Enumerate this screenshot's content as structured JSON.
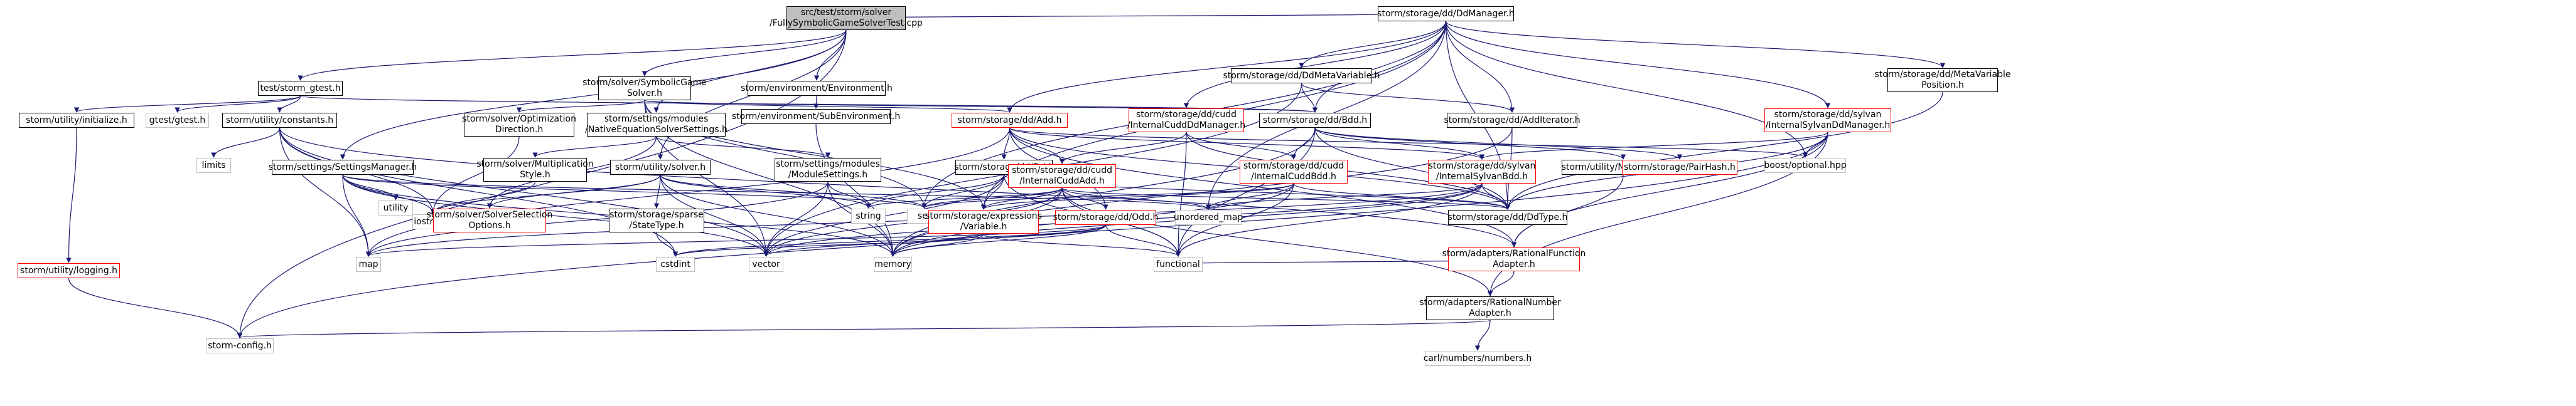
{
  "graph": {
    "nodes": [
      {
        "id": "root",
        "lines": [
          "src/test/storm/solver",
          "/FullySymbolicGameSolverTest.cpp"
        ],
        "style": "root"
      },
      {
        "id": "gtest",
        "lines": [
          "test/storm_gtest.h"
        ],
        "style": "black"
      },
      {
        "id": "symsolver",
        "lines": [
          "storm/solver/SymbolicGame",
          "Solver.h"
        ],
        "style": "black"
      },
      {
        "id": "envenv",
        "lines": [
          "storm/environment/Environment.h"
        ],
        "style": "black"
      },
      {
        "id": "envsub",
        "lines": [
          "storm/environment/SubEnvironment.h"
        ],
        "style": "black"
      },
      {
        "id": "ddmanager",
        "lines": [
          "storm/storage/dd/DdManager.h"
        ],
        "style": "black"
      },
      {
        "id": "ddmetavar",
        "lines": [
          "storm/storage/dd/DdMetaVariable.h"
        ],
        "style": "black"
      },
      {
        "id": "metavarpos",
        "lines": [
          "storm/storage/dd/MetaVariable",
          "Position.h"
        ],
        "style": "black"
      },
      {
        "id": "initialize",
        "lines": [
          "storm/utility/initialize.h"
        ],
        "style": "black"
      },
      {
        "id": "gtestgtest",
        "lines": [
          "gtest/gtest.h"
        ],
        "style": "grey"
      },
      {
        "id": "constants",
        "lines": [
          "storm/utility/constants.h"
        ],
        "style": "black"
      },
      {
        "id": "optdir",
        "lines": [
          "storm/solver/Optimization",
          "Direction.h"
        ],
        "style": "black"
      },
      {
        "id": "nateq",
        "lines": [
          "storm/settings/modules",
          "/NativeEquationSolverSettings.h"
        ],
        "style": "black"
      },
      {
        "id": "add",
        "lines": [
          "storm/storage/dd/Add.h"
        ],
        "style": "red"
      },
      {
        "id": "cuddmgr",
        "lines": [
          "storm/storage/dd/cudd",
          "/InternalCuddDdManager.h"
        ],
        "style": "red"
      },
      {
        "id": "bdd",
        "lines": [
          "storm/storage/dd/Bdd.h"
        ],
        "style": "black"
      },
      {
        "id": "additer",
        "lines": [
          "storm/storage/dd/AddIterator.h"
        ],
        "style": "black"
      },
      {
        "id": "sylvanmgr",
        "lines": [
          "storm/storage/dd/sylvan",
          "/InternalSylvanDdManager.h"
        ],
        "style": "red"
      },
      {
        "id": "settingsmgr",
        "lines": [
          "storm/settings/SettingsManager.h"
        ],
        "style": "black"
      },
      {
        "id": "limits",
        "lines": [
          "limits"
        ],
        "style": "grey"
      },
      {
        "id": "multstyle",
        "lines": [
          "storm/solver/Multiplication",
          "Style.h"
        ],
        "style": "black"
      },
      {
        "id": "solverutil",
        "lines": [
          "storm/utility/solver.h"
        ],
        "style": "black"
      },
      {
        "id": "modset",
        "lines": [
          "storm/settings/modules",
          "/ModuleSettings.h"
        ],
        "style": "black"
      },
      {
        "id": "dd",
        "lines": [
          "storm/storage/dd/Dd.h"
        ],
        "style": "black"
      },
      {
        "id": "cuddadd",
        "lines": [
          "storm/storage/dd/cudd",
          "/InternalCuddAdd.h"
        ],
        "style": "red"
      },
      {
        "id": "cuddbdd",
        "lines": [
          "storm/storage/dd/cudd",
          "/InternalCuddBdd.h"
        ],
        "style": "red"
      },
      {
        "id": "sylvanbdd",
        "lines": [
          "storm/storage/dd/sylvan",
          "/InternalSylvanBdd.h"
        ],
        "style": "red"
      },
      {
        "id": "numtraits",
        "lines": [
          "storm/utility/NumberTraits.h"
        ],
        "style": "black"
      },
      {
        "id": "pairhash",
        "lines": [
          "storm/storage/PairHash.h"
        ],
        "style": "red"
      },
      {
        "id": "optional",
        "lines": [
          "boost/optional.hpp"
        ],
        "style": "grey"
      },
      {
        "id": "logging",
        "lines": [
          "storm/utility/logging.h"
        ],
        "style": "red"
      },
      {
        "id": "utility",
        "lines": [
          "utility"
        ],
        "style": "grey"
      },
      {
        "id": "iostream",
        "lines": [
          "iostream"
        ],
        "style": "grey"
      },
      {
        "id": "solversel",
        "lines": [
          "storm/solver/SolverSelection",
          "Options.h"
        ],
        "style": "red"
      },
      {
        "id": "statetype",
        "lines": [
          "storm/storage/sparse",
          "/StateType.h"
        ],
        "style": "black"
      },
      {
        "id": "string",
        "lines": [
          "string"
        ],
        "style": "grey"
      },
      {
        "id": "set",
        "lines": [
          "set"
        ],
        "style": "grey"
      },
      {
        "id": "exprvar",
        "lines": [
          "storm/storage/expressions",
          "/Variable.h"
        ],
        "style": "red"
      },
      {
        "id": "odd",
        "lines": [
          "storm/storage/dd/Odd.h"
        ],
        "style": "red"
      },
      {
        "id": "umap",
        "lines": [
          "unordered_map"
        ],
        "style": "grey"
      },
      {
        "id": "ddtype",
        "lines": [
          "storm/storage/dd/DdType.h"
        ],
        "style": "black"
      },
      {
        "id": "ratfunc",
        "lines": [
          "storm/adapters/RationalFunction",
          "Adapter.h"
        ],
        "style": "red"
      },
      {
        "id": "ratnum",
        "lines": [
          "storm/adapters/RationalNumber",
          "Adapter.h"
        ],
        "style": "black"
      },
      {
        "id": "map",
        "lines": [
          "map"
        ],
        "style": "grey"
      },
      {
        "id": "cstdint",
        "lines": [
          "cstdint"
        ],
        "style": "grey"
      },
      {
        "id": "vector",
        "lines": [
          "vector"
        ],
        "style": "grey"
      },
      {
        "id": "memory",
        "lines": [
          "memory"
        ],
        "style": "grey"
      },
      {
        "id": "functional",
        "lines": [
          "functional"
        ],
        "style": "grey"
      },
      {
        "id": "stormconfig",
        "lines": [
          "storm-config.h"
        ],
        "style": "grey"
      },
      {
        "id": "carl",
        "lines": [
          "carl/numbers/numbers.h"
        ],
        "style": "grey"
      }
    ],
    "edges": [
      [
        "root",
        "gtest"
      ],
      [
        "root",
        "symsolver"
      ],
      [
        "root",
        "envenv"
      ],
      [
        "root",
        "ddmanager"
      ],
      [
        "root",
        "nateq"
      ],
      [
        "root",
        "settingsmgr"
      ],
      [
        "root",
        "solverutil"
      ],
      [
        "root",
        "stormconfig"
      ],
      [
        "gtest",
        "initialize"
      ],
      [
        "gtest",
        "gtestgtest"
      ],
      [
        "gtest",
        "constants"
      ],
      [
        "gtest",
        "bdd"
      ],
      [
        "initialize",
        "logging"
      ],
      [
        "logging",
        "stormconfig"
      ],
      [
        "constants",
        "limits"
      ],
      [
        "constants",
        "map"
      ],
      [
        "constants",
        "cstdint"
      ],
      [
        "constants",
        "vector"
      ],
      [
        "constants",
        "iostream"
      ],
      [
        "constants",
        "ratfunc"
      ],
      [
        "symsolver",
        "optdir"
      ],
      [
        "symsolver",
        "add"
      ],
      [
        "symsolver",
        "bdd"
      ],
      [
        "symsolver",
        "set"
      ],
      [
        "symsolver",
        "exprvar"
      ],
      [
        "symsolver",
        "memory"
      ],
      [
        "symsolver",
        "vector"
      ],
      [
        "optdir",
        "iostream"
      ],
      [
        "nateq",
        "multstyle"
      ],
      [
        "nateq",
        "modset"
      ],
      [
        "nateq",
        "solversel"
      ],
      [
        "multstyle",
        "iostream"
      ],
      [
        "modset",
        "string"
      ],
      [
        "modset",
        "map"
      ],
      [
        "modset",
        "vector"
      ],
      [
        "modset",
        "memory"
      ],
      [
        "settingsmgr",
        "utility"
      ],
      [
        "settingsmgr",
        "iostream"
      ],
      [
        "settingsmgr",
        "set"
      ],
      [
        "settingsmgr",
        "map"
      ],
      [
        "settingsmgr",
        "vector"
      ],
      [
        "settingsmgr",
        "memory"
      ],
      [
        "settingsmgr",
        "umap"
      ],
      [
        "solverutil",
        "iostream"
      ],
      [
        "solverutil",
        "set"
      ],
      [
        "solverutil",
        "vector"
      ],
      [
        "solverutil",
        "memory"
      ],
      [
        "solverutil",
        "solversel"
      ],
      [
        "solverutil",
        "statetype"
      ],
      [
        "solverutil",
        "string"
      ],
      [
        "statetype",
        "cstdint"
      ],
      [
        "envenv",
        "envsub"
      ],
      [
        "envsub",
        "memory"
      ],
      [
        "ddmanager",
        "ddmetavar"
      ],
      [
        "ddmanager",
        "metavarpos"
      ],
      [
        "ddmanager",
        "add"
      ],
      [
        "ddmanager",
        "cuddmgr"
      ],
      [
        "ddmanager",
        "bdd"
      ],
      [
        "ddmanager",
        "additer"
      ],
      [
        "ddmanager",
        "sylvanmgr"
      ],
      [
        "ddmanager",
        "optional"
      ],
      [
        "ddmanager",
        "set"
      ],
      [
        "ddmanager",
        "ddtype"
      ],
      [
        "ddmanager",
        "umap"
      ],
      [
        "ddmanager",
        "exprvar"
      ],
      [
        "ddmetavar",
        "bdd"
      ],
      [
        "ddmetavar",
        "additer"
      ],
      [
        "ddmetavar",
        "vector"
      ],
      [
        "metavarpos",
        "ddtype"
      ],
      [
        "add",
        "dd"
      ],
      [
        "add",
        "cuddadd"
      ],
      [
        "add",
        "sylvanbdd"
      ],
      [
        "add",
        "ddtype"
      ],
      [
        "add",
        "odd"
      ],
      [
        "add",
        "ratfunc"
      ],
      [
        "add",
        "map"
      ],
      [
        "add",
        "optional"
      ],
      [
        "cuddmgr",
        "cuddbdd"
      ],
      [
        "cuddmgr",
        "cuddadd"
      ],
      [
        "cuddmgr",
        "ddtype"
      ],
      [
        "cuddmgr",
        "functional"
      ],
      [
        "bdd",
        "cuddbdd"
      ],
      [
        "bdd",
        "sylvanbdd"
      ],
      [
        "bdd",
        "pairhash"
      ],
      [
        "bdd",
        "numtraits"
      ],
      [
        "bdd",
        "ddtype"
      ],
      [
        "bdd",
        "functional"
      ],
      [
        "bdd",
        "memory"
      ],
      [
        "additer",
        "ddtype"
      ],
      [
        "additer",
        "memory"
      ],
      [
        "sylvanmgr",
        "sylvanbdd"
      ],
      [
        "sylvanmgr",
        "optional"
      ],
      [
        "sylvanmgr",
        "ddtype"
      ],
      [
        "sylvanmgr",
        "ratnum"
      ],
      [
        "sylvanmgr",
        "stormconfig"
      ],
      [
        "sylvanmgr",
        "ratfunc"
      ],
      [
        "dd",
        "set"
      ],
      [
        "dd",
        "exprvar"
      ],
      [
        "dd",
        "ddtype"
      ],
      [
        "dd",
        "vector"
      ],
      [
        "dd",
        "functional"
      ],
      [
        "dd",
        "string"
      ],
      [
        "cuddadd",
        "set"
      ],
      [
        "cuddadd",
        "umap"
      ],
      [
        "cuddadd",
        "functional"
      ],
      [
        "cuddadd",
        "memory"
      ],
      [
        "cuddadd",
        "odd"
      ],
      [
        "cuddadd",
        "ddtype"
      ],
      [
        "cuddadd",
        "ratnum"
      ],
      [
        "cuddadd",
        "vector"
      ],
      [
        "cuddadd",
        "exprvar"
      ],
      [
        "cuddadd",
        "string"
      ],
      [
        "cuddbdd",
        "umap"
      ],
      [
        "cuddbdd",
        "functional"
      ],
      [
        "cuddbdd",
        "ddtype"
      ],
      [
        "cuddbdd",
        "memory"
      ],
      [
        "cuddbdd",
        "set"
      ],
      [
        "cuddbdd",
        "exprvar"
      ],
      [
        "sylvanbdd",
        "umap"
      ],
      [
        "sylvanbdd",
        "functional"
      ],
      [
        "sylvanbdd",
        "memory"
      ],
      [
        "sylvanbdd",
        "ddtype"
      ],
      [
        "sylvanbdd",
        "vector"
      ],
      [
        "sylvanbdd",
        "map"
      ],
      [
        "numtraits",
        "ratfunc"
      ],
      [
        "odd",
        "functional"
      ],
      [
        "odd",
        "memory"
      ],
      [
        "odd",
        "vector"
      ],
      [
        "odd",
        "map"
      ],
      [
        "odd",
        "cstdint"
      ],
      [
        "exprvar",
        "memory"
      ],
      [
        "exprvar",
        "functional"
      ],
      [
        "exprvar",
        "cstdint"
      ],
      [
        "ratfunc",
        "ratnum"
      ],
      [
        "ratfunc",
        "functional"
      ],
      [
        "ratnum",
        "stormconfig"
      ],
      [
        "ratnum",
        "carl"
      ]
    ],
    "edge_labels": [
      {
        "from": "dd",
        "to": "set",
        "text": ""
      }
    ]
  }
}
